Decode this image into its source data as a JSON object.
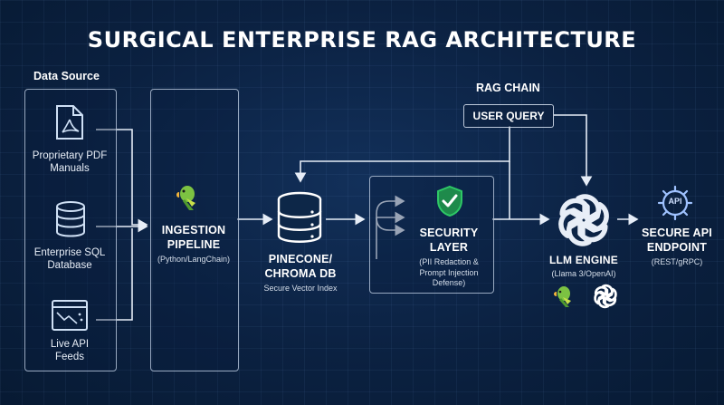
{
  "title": "SURGICAL ENTERPRISE RAG ARCHITECTURE",
  "data_source": {
    "heading": "Data Source",
    "items": [
      {
        "label_1": "Proprietary PDF",
        "label_2": "Manuals",
        "icon": "pdf-document-icon"
      },
      {
        "label_1": "Enterprise SQL",
        "label_2": "Database",
        "icon": "database-icon"
      },
      {
        "label_1": "Live API",
        "label_2": "Feeds",
        "icon": "api-feed-window-icon"
      }
    ]
  },
  "ingestion": {
    "title_1": "INGESTION",
    "title_2": "PIPELINE",
    "subtitle": "(Python/LangChain)",
    "icon": "parrot-icon"
  },
  "vector_db": {
    "title_1": "PINECONE/",
    "title_2": "CHROMA DB",
    "subtitle": "Secure Vector Index",
    "icon": "database-icon"
  },
  "security": {
    "title_1": "SECURITY",
    "title_2": "LAYER",
    "sub_1": "(PII Redaction &",
    "sub_2": "Prompt Injection",
    "sub_3": "Defense)",
    "icon": "shield-check-icon"
  },
  "rag_chain": {
    "heading": "RAG CHAIN",
    "query": "USER QUERY"
  },
  "llm": {
    "title": "LLM ENGINE",
    "subtitle": "(Llama 3/OpenAI)",
    "icons": [
      "openai-logo-icon",
      "parrot-icon",
      "openai-logo-icon"
    ]
  },
  "endpoint": {
    "title_1": "SECURE API",
    "title_2": "ENDPOINT",
    "subtitle": "(REST/gRPC)",
    "badge": "API",
    "icon": "api-gear-icon"
  },
  "colors": {
    "background": "#0b2141",
    "accent_green": "#2ec866",
    "line": "#e6edf7"
  }
}
